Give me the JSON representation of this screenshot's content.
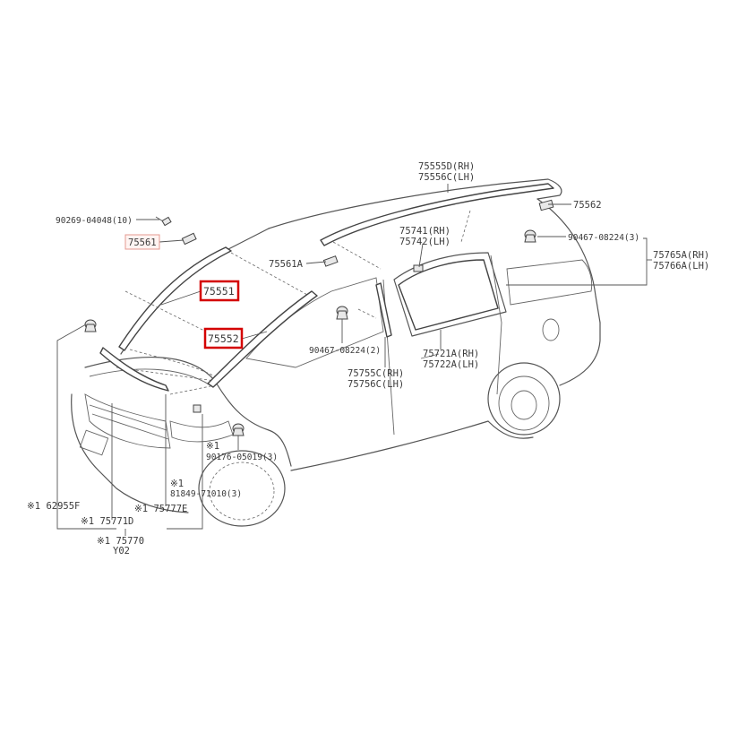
{
  "diagram": {
    "labels": {
      "p75555": "75555D(RH)",
      "p75556": "75556C(LH)",
      "p75562": "75562",
      "p90467_top": "90467-08224(3)",
      "p75765": "75765A(RH)",
      "p75766": "75766A(LH)",
      "p90269": "90269-04048(10)",
      "p75561": "75561",
      "p75561A": "75561A",
      "p75741": "75741(RH)",
      "p75742": "75742(LH)",
      "p75551": "75551",
      "p75552": "75552",
      "p90467_mid": "90467-08224(2)",
      "p75755": "75755C(RH)",
      "p75756": "75756C(LH)",
      "p75721": "75721A(RH)",
      "p75722": "75722A(LH)",
      "p90176": "90176-05019(3)",
      "p81849": "81849-71010(3)",
      "p62955": "※1 62955F",
      "p75771": "※1 75771D",
      "p75777": "※1 75777E",
      "p75770": "※1 75770",
      "y02": "Y02",
      "note_star1a": "※1",
      "note_star1b": "※1"
    },
    "highlight_colors": {
      "selected_border": "#d40000",
      "secondary_border": "#e49a90"
    }
  }
}
